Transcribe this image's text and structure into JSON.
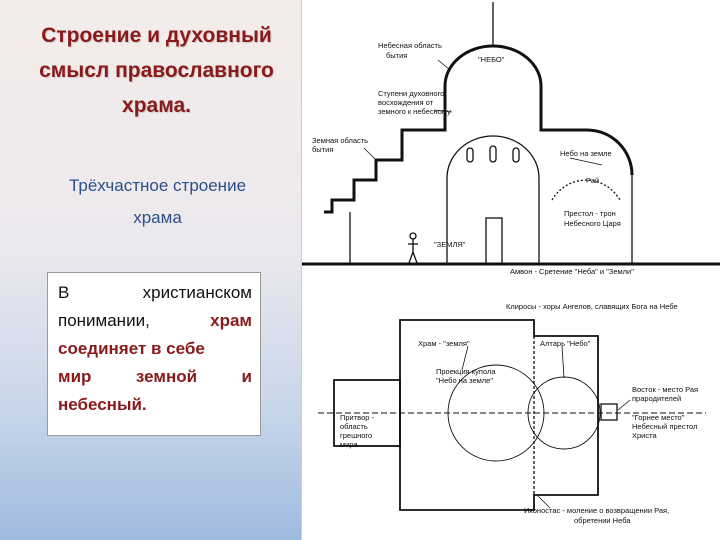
{
  "slide": {
    "title": "Строение и духовный\nсмысл православного\nхрама.",
    "subtitle": "Трёхчастное строение\nхрама",
    "body": {
      "line1_a": "В",
      "line1_b": "христианском",
      "line2_a": "понимании,",
      "line2_b": "храм",
      "line3": "соединяет в себе",
      "line4_a": "мир",
      "line4_b": "земной",
      "line4_c": "и",
      "line5": "небесный."
    }
  },
  "diagram": {
    "labels": {
      "heaven_region_1": "Небесная область",
      "heaven_region_2": "бытия",
      "nebo": "\"НЕБО\"",
      "steps_1": "Ступени духовного",
      "steps_2": "восхождения от",
      "steps_3": "земного к небесному",
      "earth_region_1": "Земная область",
      "earth_region_2": "бытия",
      "heaven_on_earth": "Небо на земле",
      "paradise": "Рай",
      "throne_1": "Престол - трон",
      "throne_2": "Небесного Царя",
      "zemlya": "\"ЗЕМЛЯ\"",
      "ambon": "Амвон - Сретение \"Неба\" и \"Земли\"",
      "kliros": "Клиросы - хоры Ангелов, славящих Бога на Небе",
      "temple_earth": "Храм - \"земля\"",
      "altar_heaven": "Алтарь \"Небо\"",
      "projection_1": "Проекция купола",
      "projection_2": "\"Небо на земле\"",
      "east_1": "Восток - место Рая",
      "east_2": "прародителей",
      "high_place_1": "\"Горнее место\"",
      "high_place_2": "Небесный престол",
      "high_place_3": "Христа",
      "narthex_1": "Притвор -",
      "narthex_2": "область",
      "narthex_3": "грешного",
      "narthex_4": "мира",
      "iconostasis_1": "Иконостас - моление о возвращении Рая,",
      "iconostasis_2": "обретении Неба"
    }
  }
}
